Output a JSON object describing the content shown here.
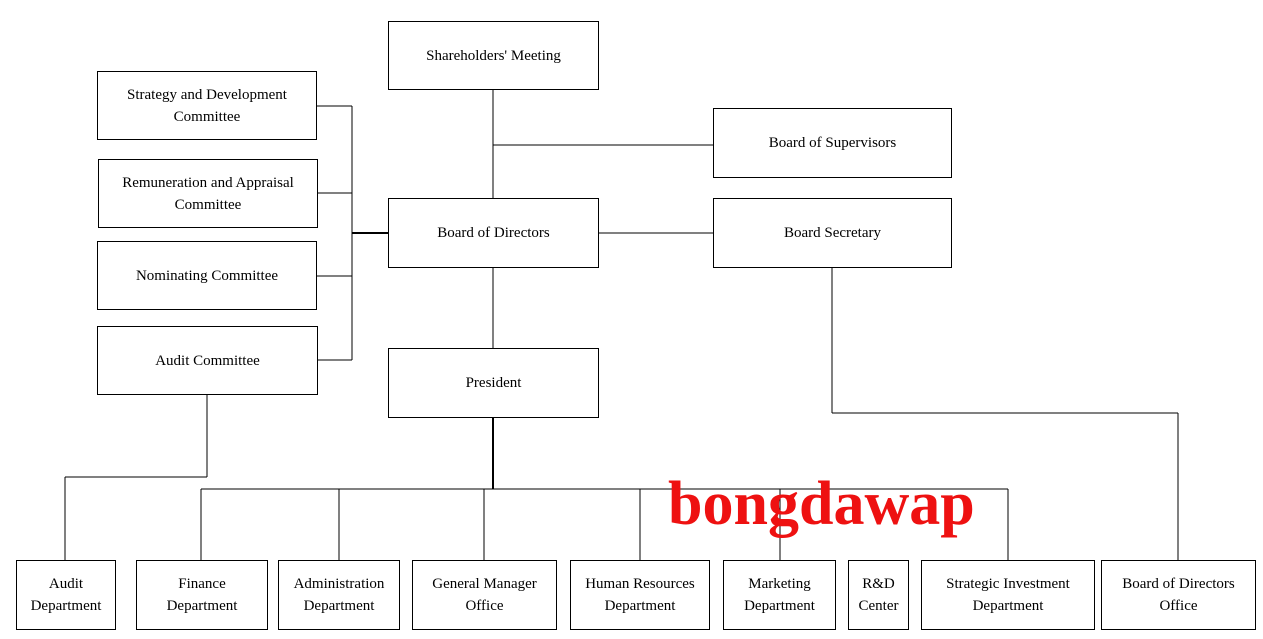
{
  "nodes": {
    "shareholders": "Shareholders' Meeting",
    "strategy": "Strategy and Development Committee",
    "remuneration": "Remuneration and Appraisal Committee",
    "nominating": "Nominating Committee",
    "audit_committee": "Audit Committee",
    "directors": "Board of Directors",
    "supervisors": "Board of Supervisors",
    "secretary": "Board Secretary",
    "president": "President",
    "audit_dept": "Audit Department",
    "finance": "Finance Department",
    "administration": "Administration Department",
    "gm_office": "General Manager Office",
    "hr": "Human Resources Department",
    "marketing": "Marketing Department",
    "rd": "R&D Center",
    "strategic_investment": "Strategic Investment Department",
    "directors_office": "Board of Directors Office"
  },
  "watermark": "bongdawap",
  "line_color": "#000000",
  "watermark_color": "#ee1111"
}
